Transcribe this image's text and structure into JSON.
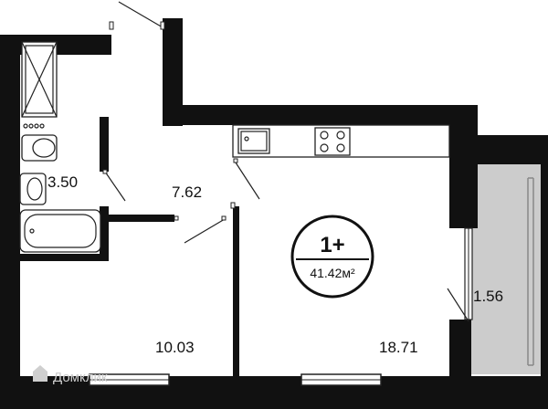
{
  "plan": {
    "apartment_type": "1+",
    "total_area": "41.42м²",
    "rooms": [
      {
        "id": "bathroom",
        "area": "3.50"
      },
      {
        "id": "hallway",
        "area": "7.62"
      },
      {
        "id": "bedroom",
        "area": "10.03"
      },
      {
        "id": "living-kitchen",
        "area": "18.71"
      },
      {
        "id": "balcony",
        "area": "1.56"
      }
    ],
    "colors": {
      "wall": "#111111",
      "balcony_fill": "#cccccc",
      "background": "#ffffff"
    }
  },
  "watermark": {
    "text": "Домклик"
  }
}
